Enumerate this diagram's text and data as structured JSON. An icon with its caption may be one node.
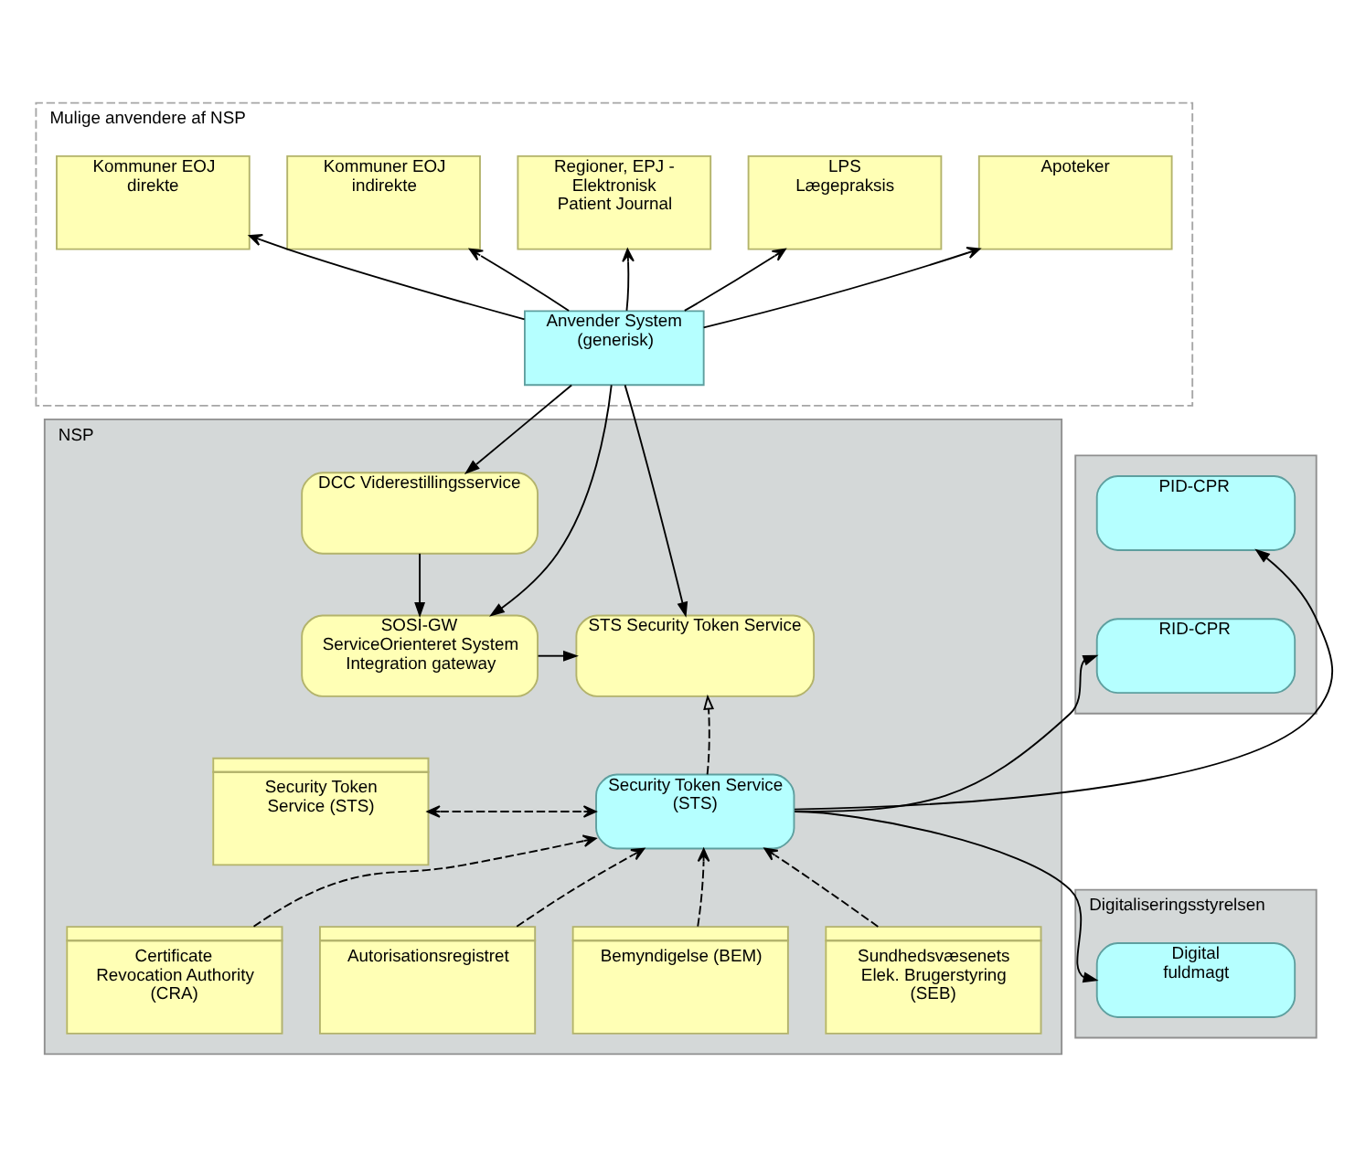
{
  "diagram": {
    "nodes": [
      {
        "text": [
          "Mulige anvendere af NSP"
        ]
      },
      {
        "text": [
          "Kommuner EOJ direkte"
        ],
        "in": 0
      },
      {
        "text": [
          "Kommuner EOJ indirekte"
        ],
        "in": 0
      },
      {
        "text": [
          "Regioner, EPJ - Elektronisk Patient Journal"
        ],
        "in": 0
      },
      {
        "text": [
          "LPS Lægepraksis"
        ],
        "in": 0
      },
      {
        "text": [
          "Apoteker"
        ],
        "in": 0
      },
      {
        "text": [
          "Anvender System (generisk)"
        ],
        "in": 0
      },
      {
        "text": [
          "NSP"
        ]
      },
      {
        "text": [
          "DCC Viderestillingsservice"
        ],
        "in": 7
      },
      {
        "text": [
          "SOSI-GW ServiceOrienteret System Integration gateway"
        ],
        "in": 7
      },
      {
        "text": [
          "STS Security Token Service"
        ],
        "in": 7
      },
      {
        "text": [
          "Security Token Service (STS)"
        ],
        "in": 7
      },
      {
        "text": [
          "Security Token Service (STS)"
        ],
        "in": 7
      },
      {
        "text": [
          "Certificate Revocation Authority (CRA)"
        ],
        "in": 7
      },
      {
        "text": [
          "Autorisationsregistret"
        ],
        "in": 7
      },
      {
        "text": [
          "Bemyndigelse (BEM)"
        ],
        "in": 7
      },
      {
        "text": [
          "Sundhedsvæsenets Elek. Brugerstyring (SEB)"
        ],
        "in": 7
      },
      {
        "text": [],
        "shape": "box"
      },
      {
        "text": [
          "PID-CPR"
        ],
        "in": 17
      },
      {
        "text": [
          "RID-CPR"
        ],
        "in": 17
      },
      {
        "text": [
          "Digitaliseringsstyrelsen"
        ]
      },
      {
        "text": [
          "Digital fuldmagt"
        ],
        "in": 20
      }
    ],
    "edges": [
      {
        "from": 6,
        "to": 1,
        "arrow": "to"
      },
      {
        "from": 6,
        "to": 2,
        "arrow": "to"
      },
      {
        "from": 6,
        "to": 3,
        "arrow": "to"
      },
      {
        "from": 6,
        "to": 4,
        "arrow": "to"
      },
      {
        "from": 6,
        "to": 5,
        "arrow": "to"
      },
      {
        "from": 6,
        "to": 8,
        "arrow": "to"
      },
      {
        "from": 6,
        "to": 9,
        "arrow": "to"
      },
      {
        "from": 6,
        "to": 10,
        "arrow": "to"
      },
      {
        "from": 8,
        "to": 9,
        "arrow": "to"
      },
      {
        "from": 9,
        "to": 10,
        "arrow": "to"
      },
      {
        "from": 12,
        "to": 10,
        "arrow": "to",
        "style": "dashed"
      },
      {
        "from": 11,
        "to": 12,
        "arrow": "both",
        "style": "dashed"
      },
      {
        "from": 13,
        "to": 12,
        "arrow": "to",
        "style": "dashed"
      },
      {
        "from": 14,
        "to": 12,
        "arrow": "to",
        "style": "dashed"
      },
      {
        "from": 15,
        "to": 12,
        "arrow": "to",
        "style": "dashed"
      },
      {
        "from": 16,
        "to": 12,
        "arrow": "to",
        "style": "dashed"
      },
      {
        "from": 12,
        "to": 18,
        "arrow": "to"
      },
      {
        "from": 12,
        "to": 19,
        "arrow": "to"
      },
      {
        "from": 12,
        "to": 21,
        "arrow": "to"
      }
    ]
  }
}
